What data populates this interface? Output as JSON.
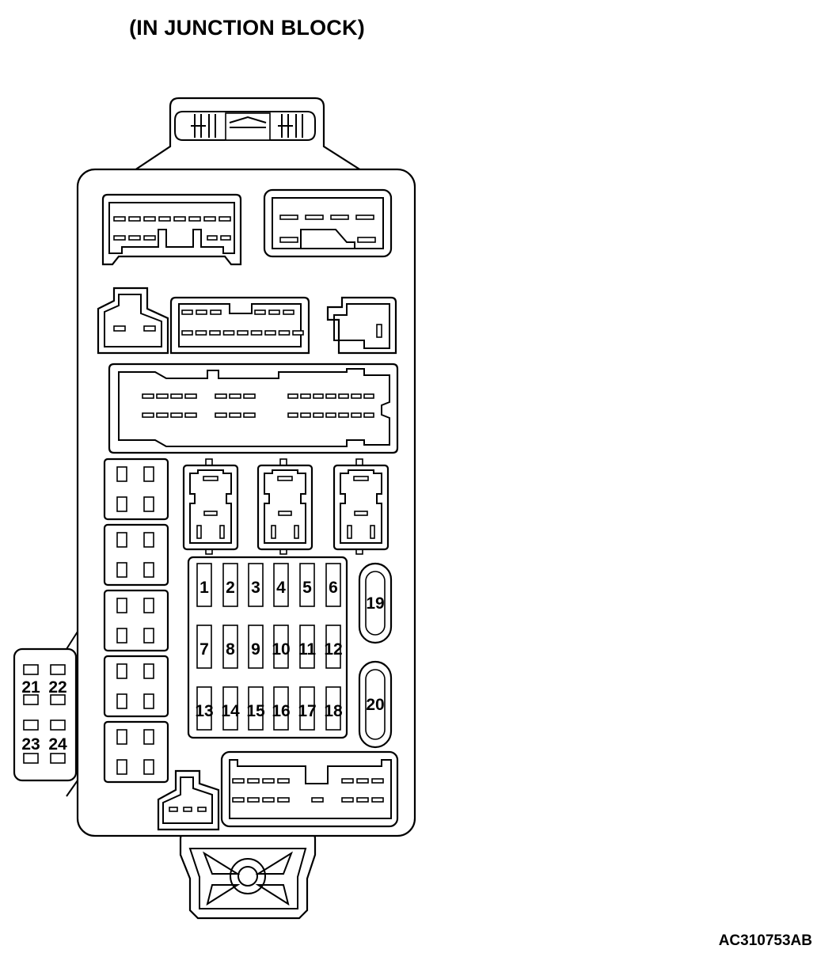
{
  "title": "(IN JUNCTION BLOCK)",
  "drawing_code": "AC310753AB",
  "fuses": {
    "main": [
      [
        "1",
        "2",
        "3",
        "4",
        "5",
        "6"
      ],
      [
        "7",
        "8",
        "9",
        "10",
        "11",
        "12"
      ],
      [
        "13",
        "14",
        "15",
        "16",
        "17",
        "18"
      ]
    ],
    "large": [
      "19",
      "20"
    ],
    "side": [
      "21",
      "22",
      "23",
      "24"
    ]
  }
}
